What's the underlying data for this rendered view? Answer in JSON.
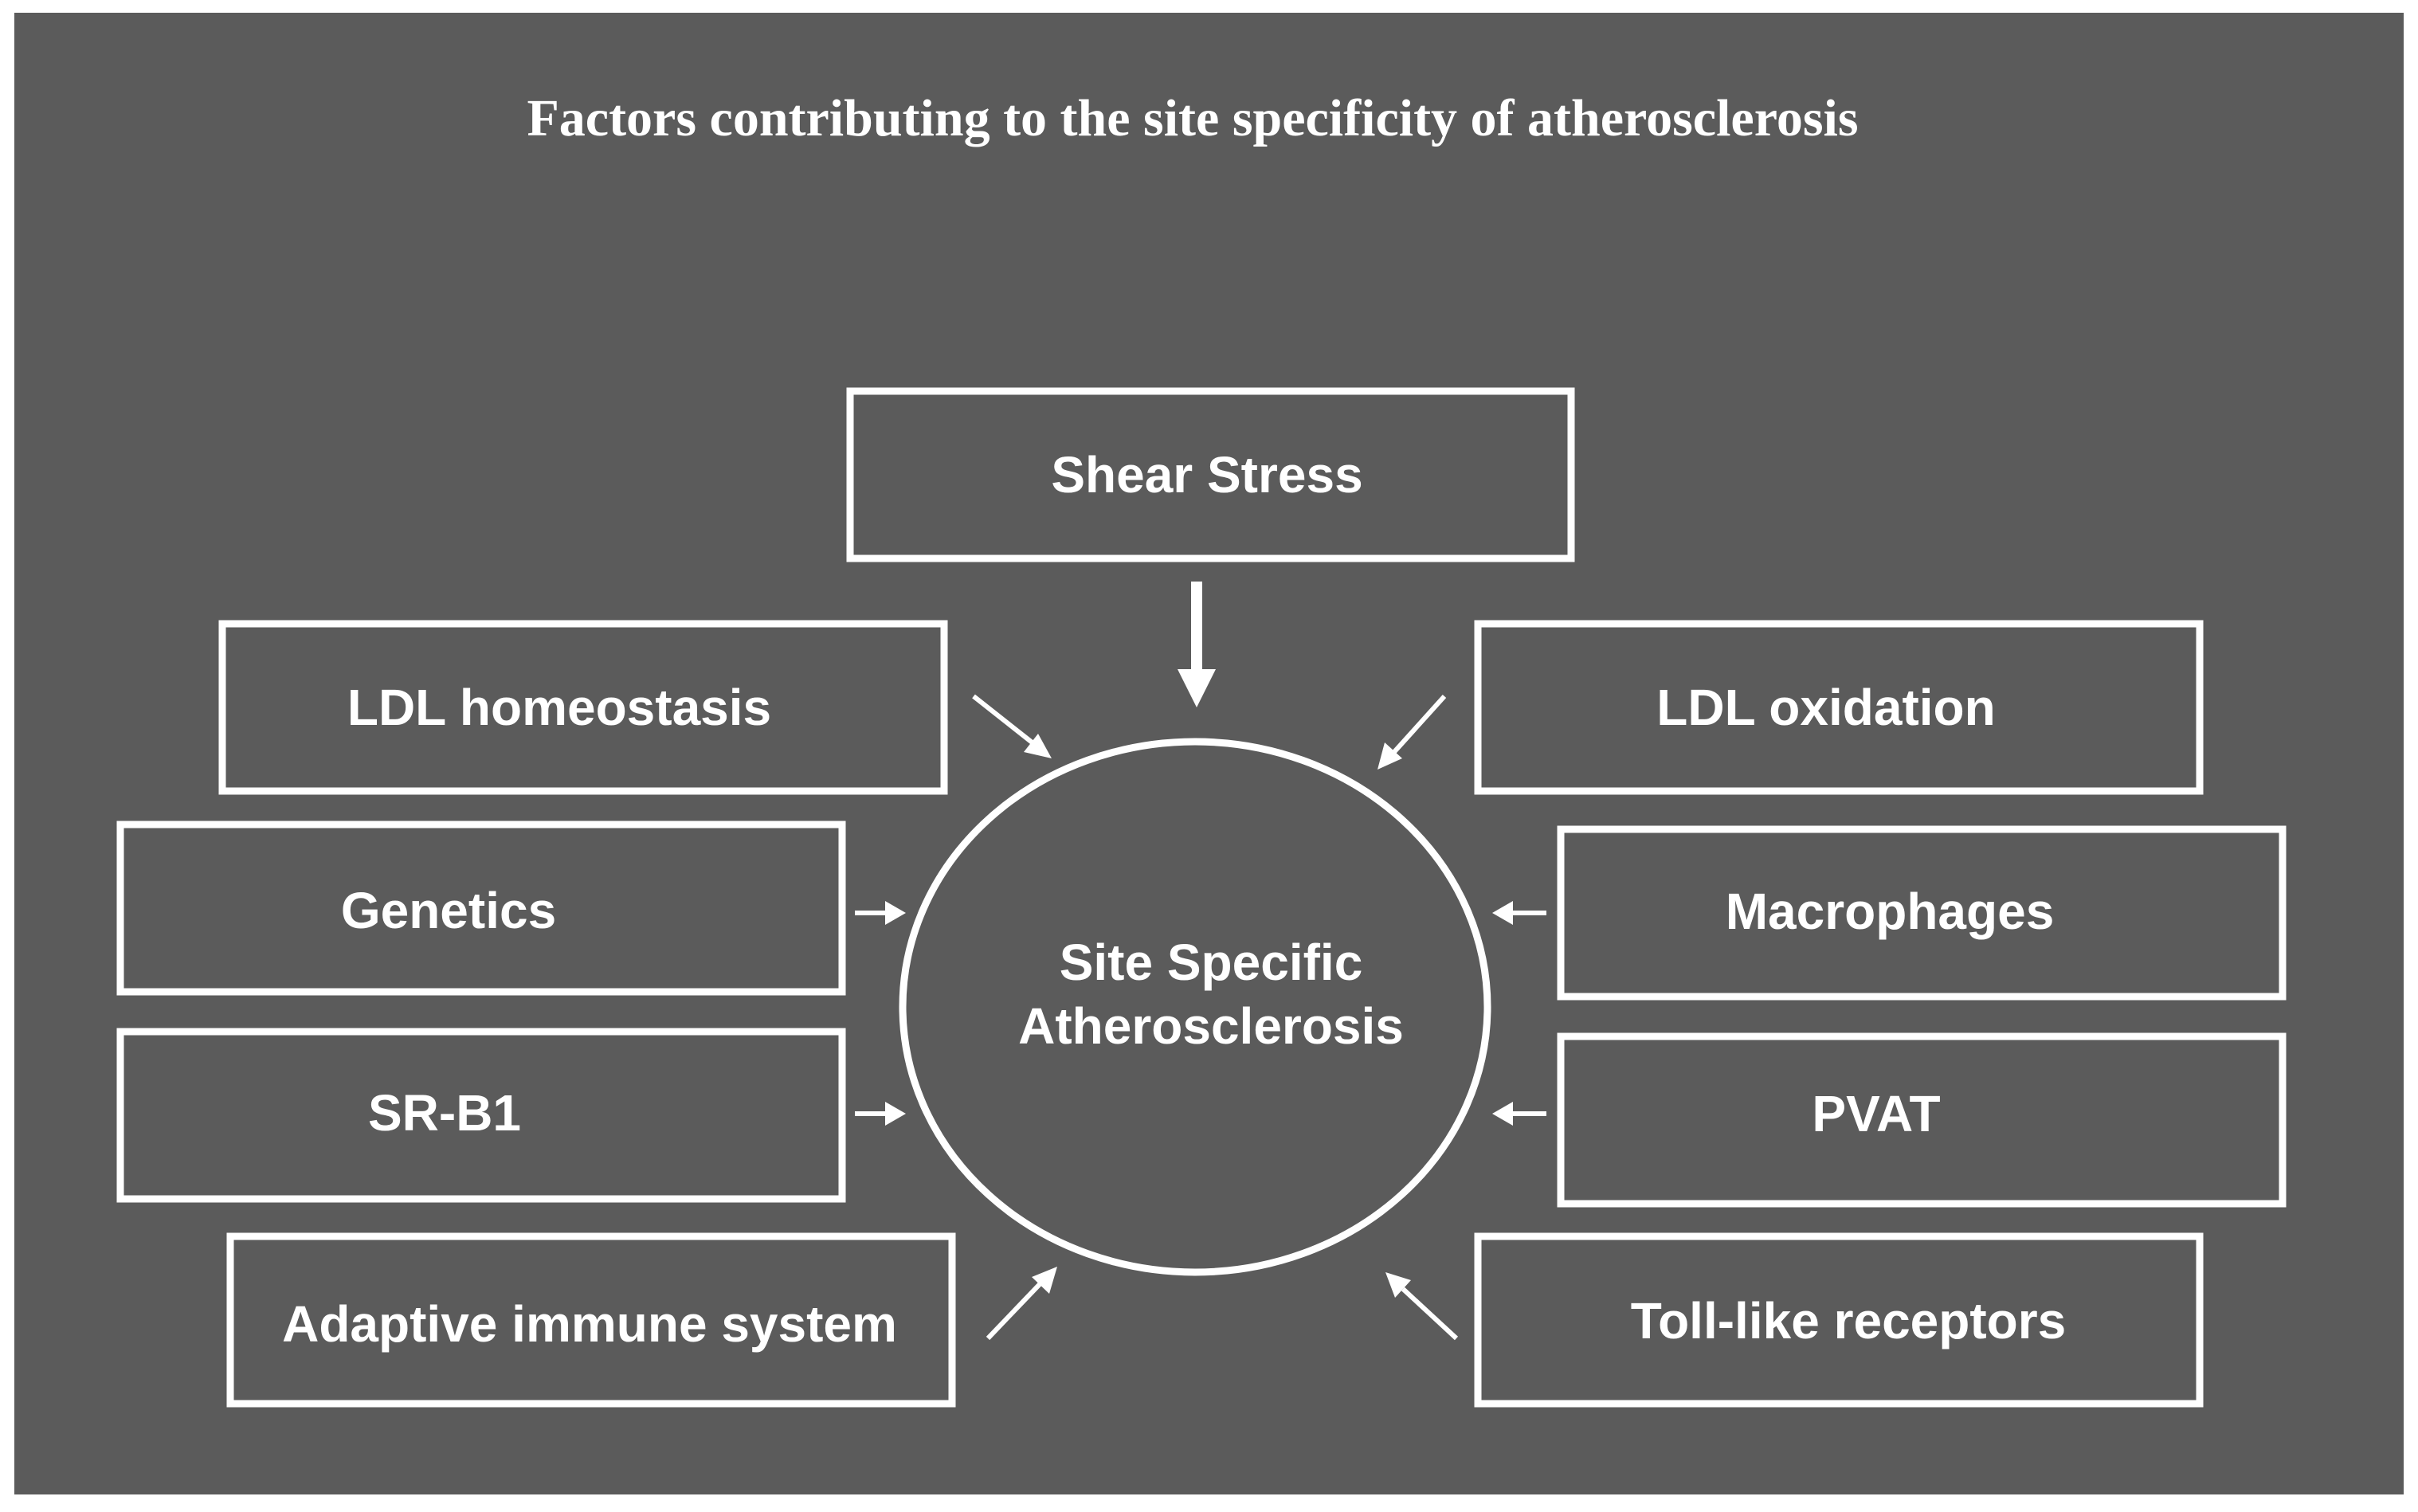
{
  "title": "Factors contributing to the site specificity of atherosclerosis",
  "center": {
    "line1": "Site Specific",
    "line2": "Atherosclerosis"
  },
  "factors": {
    "shear_stress": "Shear Stress",
    "ldl_homeostasis": "LDL homeostasis",
    "ldl_oxidation": "LDL oxidation",
    "genetics": "Genetics",
    "macrophages": "Macrophages",
    "sr_b1": "SR-B1",
    "pvat": "PVAT",
    "adaptive_immune": "Adaptive immune system",
    "toll_like": "Toll-like receptors"
  },
  "colors": {
    "background": "#5b5b5b",
    "foreground": "#ffffff"
  }
}
